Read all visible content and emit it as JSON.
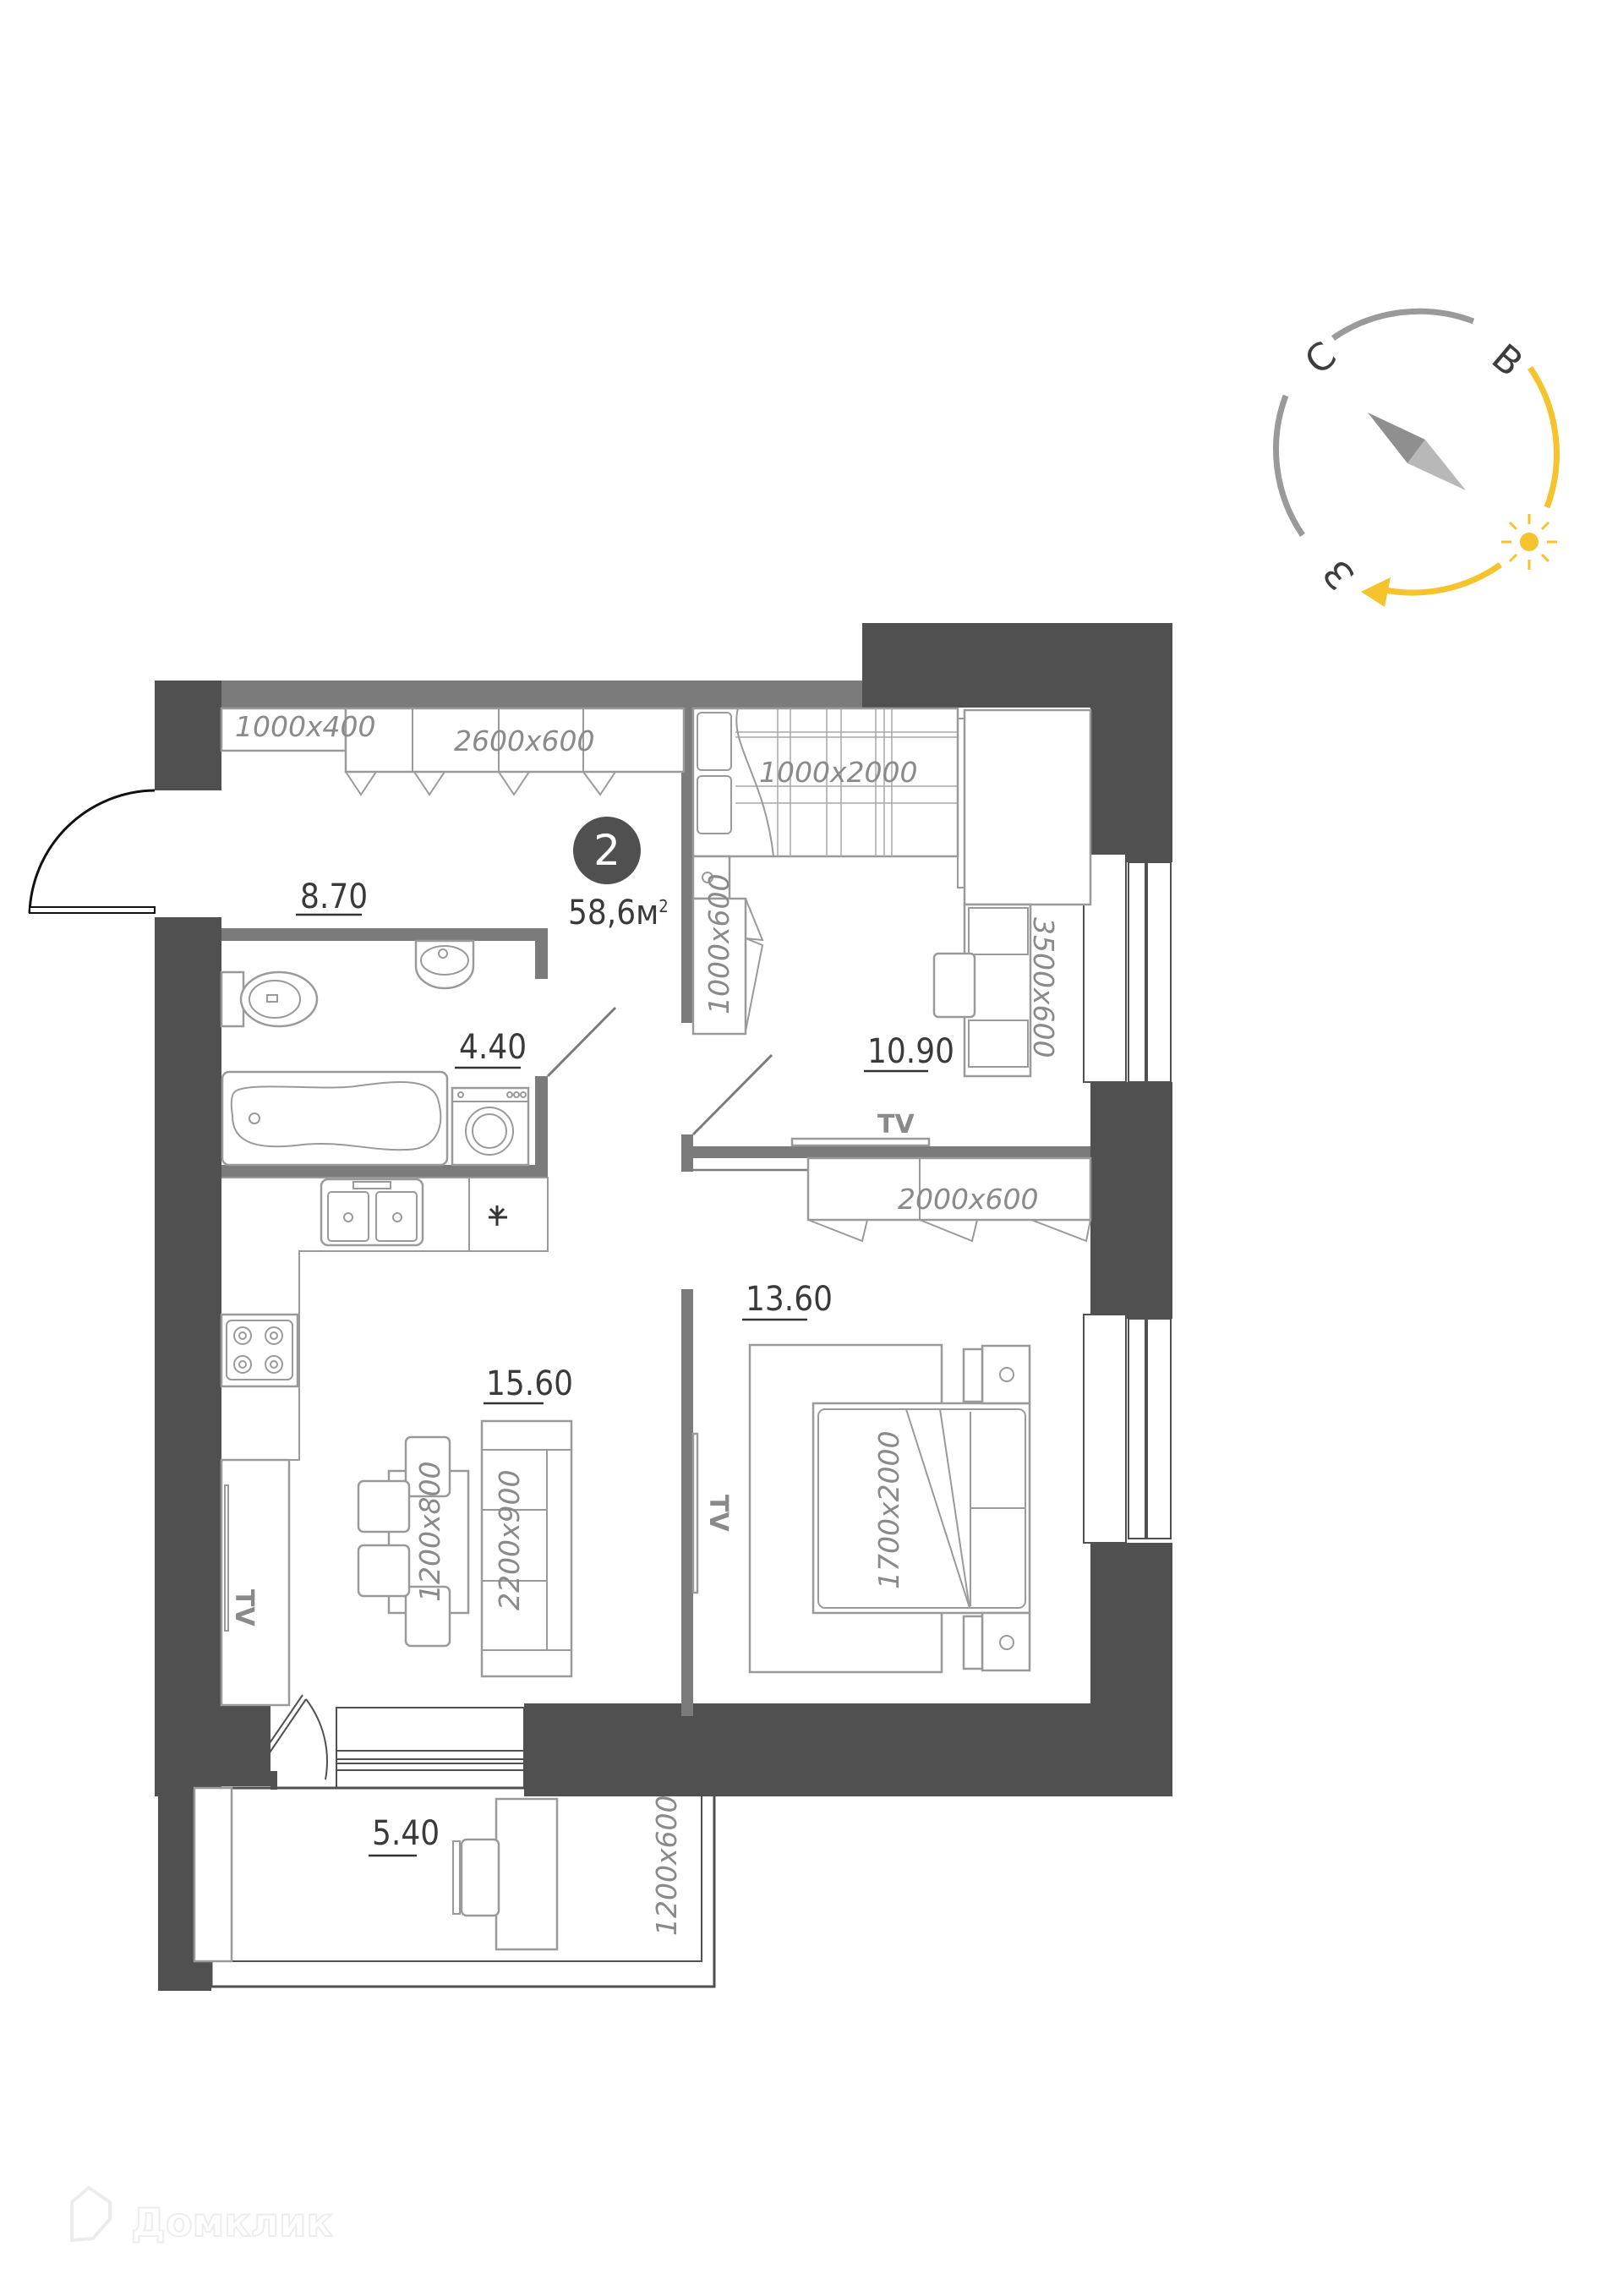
{
  "plan": {
    "apartment_number": "2",
    "total_area": "58,6м",
    "total_area_sup": "2"
  },
  "rooms": [
    {
      "id": "hallway",
      "area": "8.70"
    },
    {
      "id": "bathroom",
      "area": "4.40"
    },
    {
      "id": "kids-bedroom",
      "area": "10.90"
    },
    {
      "id": "bedroom",
      "area": "13.60"
    },
    {
      "id": "kitchen-living",
      "area": "15.60"
    },
    {
      "id": "balcony",
      "area": "5.40"
    }
  ],
  "furniture_dims": {
    "hall_shelf": "1000x400",
    "hall_wardrobe": "2600x600",
    "kids_bed": "1000x2000",
    "kids_wardrobe": "1000x600",
    "kids_desk": "3500x600",
    "bedroom_wardrobe": "2000x600",
    "double_bed": "1700x2000",
    "dining_table": "1200x800",
    "sofa": "2200x900",
    "balcony_desk": "1200x600"
  },
  "tv_labels": {
    "kids_room": "TV",
    "bedroom": "TV",
    "kitchen": "TV"
  },
  "compass": {
    "north": "С",
    "east": "В",
    "west": "З",
    "arc_gray": "#9a9a9a",
    "arc_sun": "#f5c32c",
    "needle": "#8f8f8f"
  },
  "colors": {
    "outer_wall": "#505050",
    "inner_wall": "#7b7b7b",
    "furniture_line": "#9a9a9a"
  },
  "watermark": {
    "text": "Домклик"
  }
}
